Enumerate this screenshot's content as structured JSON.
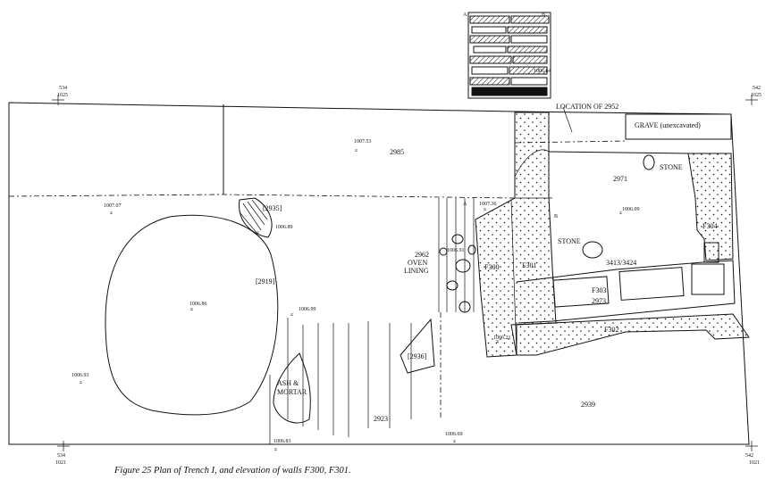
{
  "caption": "Figure 25  Plan of Trench I, and elevation of walls F300, F301.",
  "grid_pegs": {
    "top_left": [
      "534",
      "1025"
    ],
    "top_right": [
      "542",
      "1025"
    ],
    "bottom_left": [
      "534",
      "1021"
    ],
    "bottom_right": [
      "542",
      "1021"
    ]
  },
  "elevation": {
    "label_a": "A",
    "label_b": "B",
    "level": "1006.64"
  },
  "contexts": {
    "c2985": "2985",
    "c2935": "[2935]",
    "c2919": "[2919]",
    "c2962_line1": "2962",
    "c2962_line2": "OVEN",
    "c2962_line3": "LINING",
    "c2936": "[2936]",
    "c2923": "2923",
    "c2939": "2939",
    "c2971": "2971",
    "c2973": "2973",
    "c3413": "3413/3424",
    "location_2952": "LOCATION OF 2952",
    "grave": "GRAVE  (unexcavated)",
    "stone1": "STONE",
    "stone2": "STONE",
    "ash_line1": "ASH &",
    "ash_line2": "MORTAR"
  },
  "features": {
    "f300": "F300",
    "f301": "F301",
    "f302": "F302",
    "f303": "F303",
    "f304": "F304"
  },
  "section_marks": {
    "a": "A",
    "b": "B"
  },
  "levels": {
    "l1007_53": "1007.53",
    "l1007_07": "1007.07",
    "l1006_89": "1006.89",
    "l1006_86": "1006.86",
    "l1006_99": "1006.99",
    "l1006_93": "1006.93",
    "l1006_83": "1006.83",
    "l1006_69": "1006.69",
    "l1007_36": "1007.36",
    "l1006_9x": "1006.91",
    "l1006_09": "1006.09",
    "l1006_21": "1006.21"
  }
}
